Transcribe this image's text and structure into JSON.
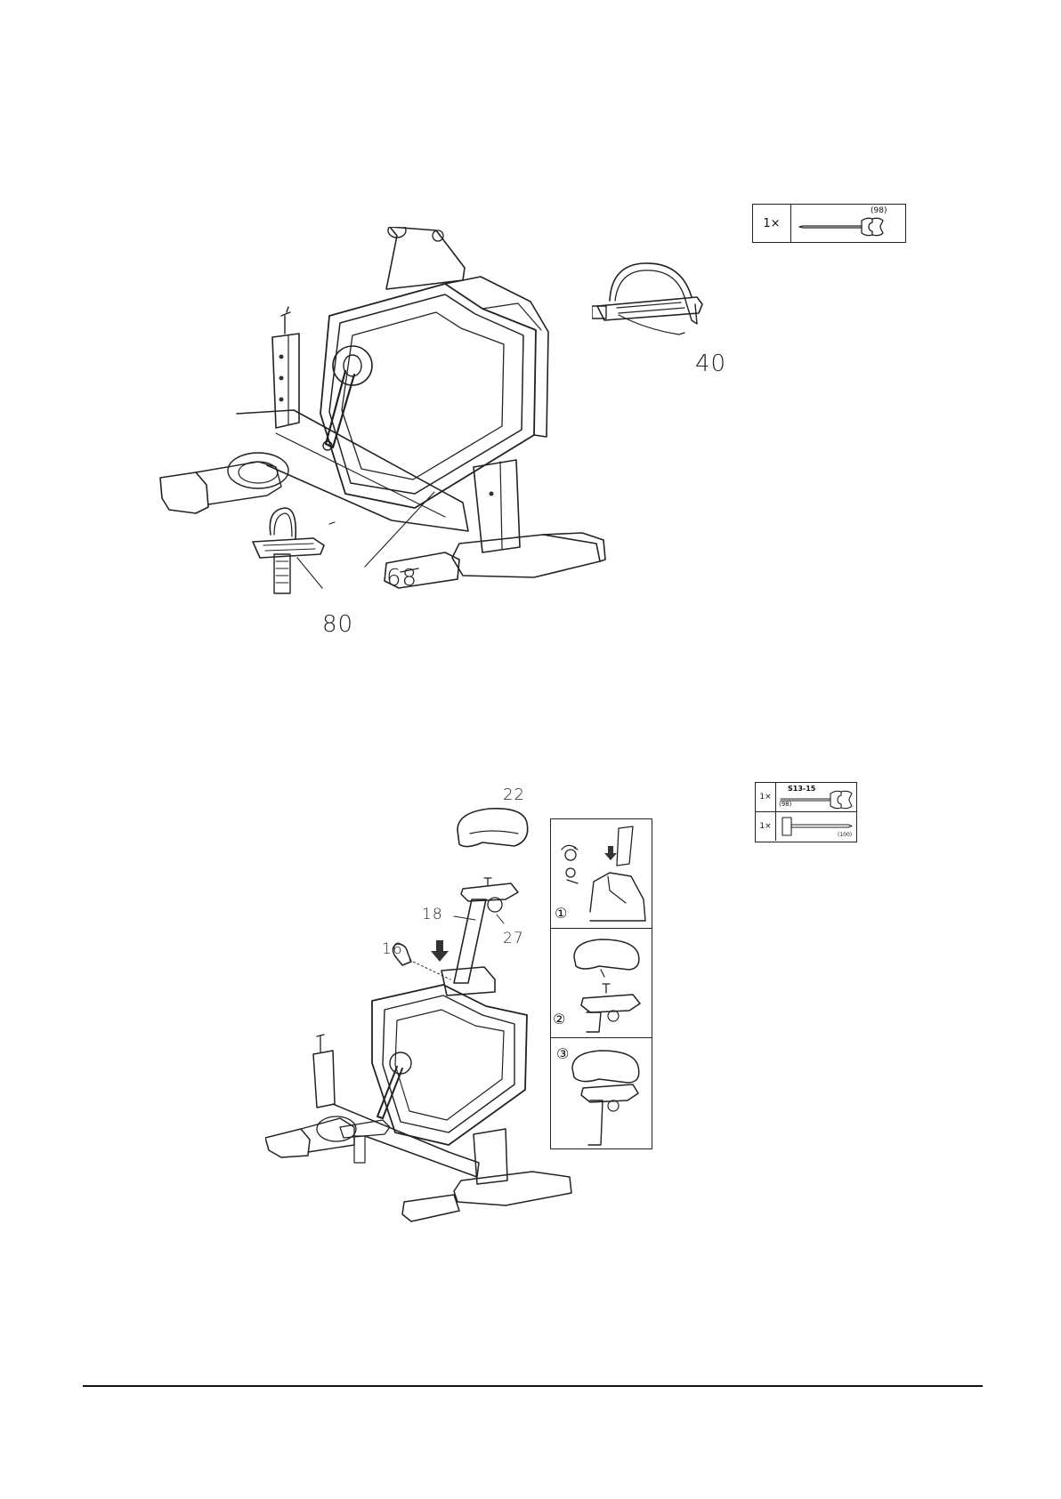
{
  "step1": {
    "parts_box": {
      "qty": "1×",
      "ref": "(98)"
    },
    "callouts": {
      "pedal_right": "40",
      "frame": "68",
      "pedal_left": "80"
    }
  },
  "step2": {
    "parts_box": {
      "rows": [
        {
          "qty": "1×",
          "label": "S13-15",
          "ref": "(98)"
        },
        {
          "qty": "1×",
          "ref": "(100)"
        }
      ]
    },
    "callouts": {
      "seat": "22",
      "seat_post": "18",
      "seat_knob": "27",
      "knob": "16"
    },
    "inset_steps": [
      "①",
      "②",
      "③"
    ]
  }
}
